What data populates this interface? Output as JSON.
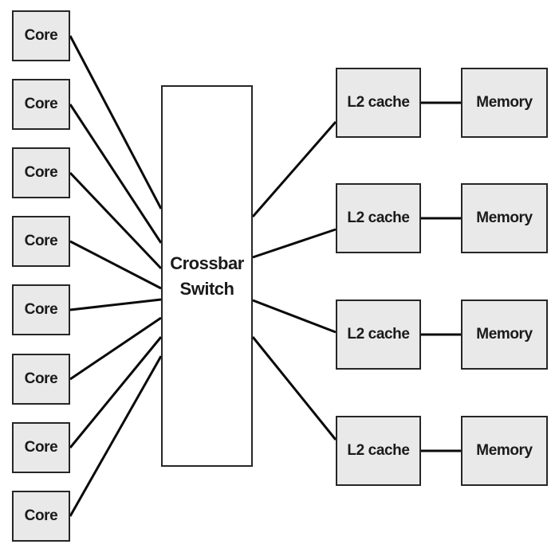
{
  "diagram": {
    "type": "architecture-diagram",
    "description": "Multicore processor crossbar interconnect diagram: eight cores connected through a crossbar switch to four L2 cache banks, each backed by a memory module",
    "crossbar": {
      "label": "Crossbar Switch"
    },
    "cores": [
      {
        "label": "Core"
      },
      {
        "label": "Core"
      },
      {
        "label": "Core"
      },
      {
        "label": "Core"
      },
      {
        "label": "Core"
      },
      {
        "label": "Core"
      },
      {
        "label": "Core"
      },
      {
        "label": "Core"
      }
    ],
    "clusters": [
      {
        "l2_label": "L2 cache",
        "memory_label": "Memory"
      },
      {
        "l2_label": "L2 cache",
        "memory_label": "Memory"
      },
      {
        "l2_label": "L2 cache",
        "memory_label": "Memory"
      },
      {
        "l2_label": "L2 cache",
        "memory_label": "Memory"
      }
    ],
    "connections": [
      {
        "from": "Core 1",
        "to": "Crossbar Switch"
      },
      {
        "from": "Core 2",
        "to": "Crossbar Switch"
      },
      {
        "from": "Core 3",
        "to": "Crossbar Switch"
      },
      {
        "from": "Core 4",
        "to": "Crossbar Switch"
      },
      {
        "from": "Core 5",
        "to": "Crossbar Switch"
      },
      {
        "from": "Core 6",
        "to": "Crossbar Switch"
      },
      {
        "from": "Core 7",
        "to": "Crossbar Switch"
      },
      {
        "from": "Core 8",
        "to": "Crossbar Switch"
      },
      {
        "from": "Crossbar Switch",
        "to": "L2 cache 1"
      },
      {
        "from": "Crossbar Switch",
        "to": "L2 cache 2"
      },
      {
        "from": "Crossbar Switch",
        "to": "L2 cache 3"
      },
      {
        "from": "Crossbar Switch",
        "to": "L2 cache 4"
      },
      {
        "from": "L2 cache 1",
        "to": "Memory 1"
      },
      {
        "from": "L2 cache 2",
        "to": "Memory 2"
      },
      {
        "from": "L2 cache 3",
        "to": "Memory 3"
      },
      {
        "from": "L2 cache 4",
        "to": "Memory 4"
      }
    ]
  },
  "colors": {
    "box_fill": "#e9e9e9",
    "box_border": "#262626",
    "crossbar_fill": "#ffffff",
    "line_color": "#0a0a0a",
    "text_color": "#1a1a1a",
    "bg": "#ffffff"
  }
}
